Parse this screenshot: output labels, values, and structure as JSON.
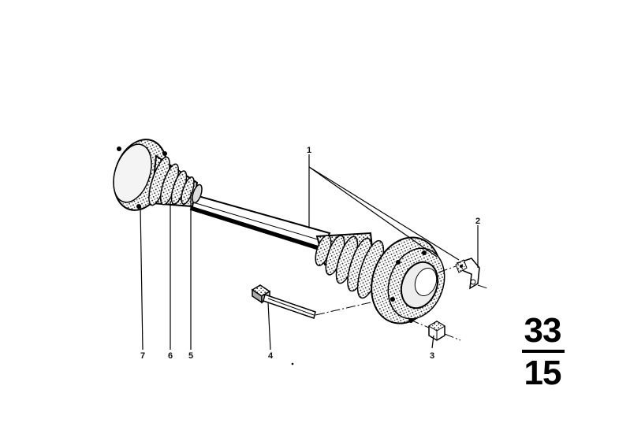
{
  "diagram": {
    "callouts": [
      {
        "id": "callout-1",
        "label": "1"
      },
      {
        "id": "callout-2",
        "label": "2"
      },
      {
        "id": "callout-3",
        "label": "3"
      },
      {
        "id": "callout-4",
        "label": "4"
      },
      {
        "id": "callout-5",
        "label": "5"
      },
      {
        "id": "callout-6",
        "label": "6"
      },
      {
        "id": "callout-7",
        "label": "7"
      }
    ],
    "section": {
      "numerator": "33",
      "denominator": "15"
    }
  }
}
